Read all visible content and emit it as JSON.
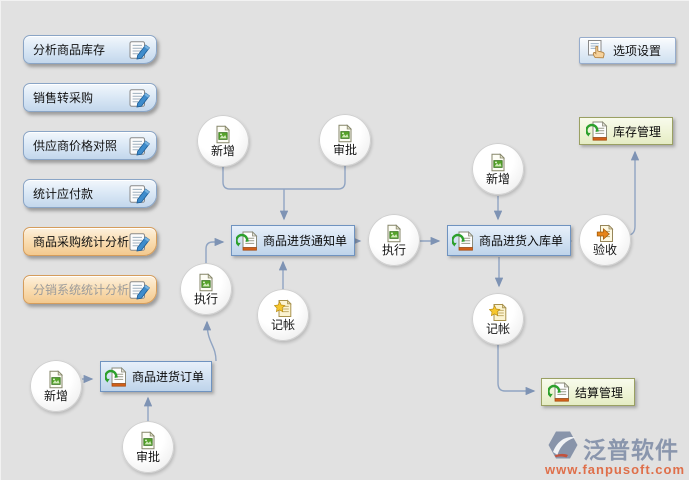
{
  "left_menu": {
    "items": [
      {
        "label": "分析商品库存",
        "style": "blue",
        "disabled": false
      },
      {
        "label": "销售转采购",
        "style": "blue",
        "disabled": false
      },
      {
        "label": "供应商价格对照",
        "style": "blue",
        "disabled": false
      },
      {
        "label": "统计应付款",
        "style": "blue",
        "disabled": false
      },
      {
        "label": "商品采购统计分析",
        "style": "orange",
        "disabled": false
      },
      {
        "label": "分销系统统计分析",
        "style": "orange",
        "disabled": true
      }
    ]
  },
  "toolbar": {
    "options_label": "选项设置"
  },
  "flow": {
    "steps": {
      "add": "新增",
      "approve": "审批",
      "execute": "执行",
      "book": "记帐",
      "accept": "验收"
    },
    "boxes": {
      "notice": "商品进货通知单",
      "inbound": "商品进货入库单",
      "order": "商品进货订单",
      "inventory": "库存管理",
      "settlement": "结算管理"
    }
  },
  "icons": {
    "menu": "notepad-pen-icon",
    "options": "hand-click-icon",
    "doc_new": "doc-image-icon",
    "doc_star": "doc-star-icon",
    "doc_arrow": "doc-arrow-icon",
    "doc_recycle": "doc-recycle-icon",
    "logo": "fanpu-logo-icon"
  },
  "logo": {
    "brand": "泛普软件",
    "url": "www.fanpusoft.com"
  },
  "colors": {
    "background": "#e1e1e1",
    "button_blue": "#c3d7ec",
    "button_orange": "#f3c98e",
    "box_blue": "#cfdff1",
    "box_green": "#eef3d4",
    "connector": "#90a4c2",
    "brand_text": "#8a96ad",
    "url_text": "#df6f4a"
  }
}
